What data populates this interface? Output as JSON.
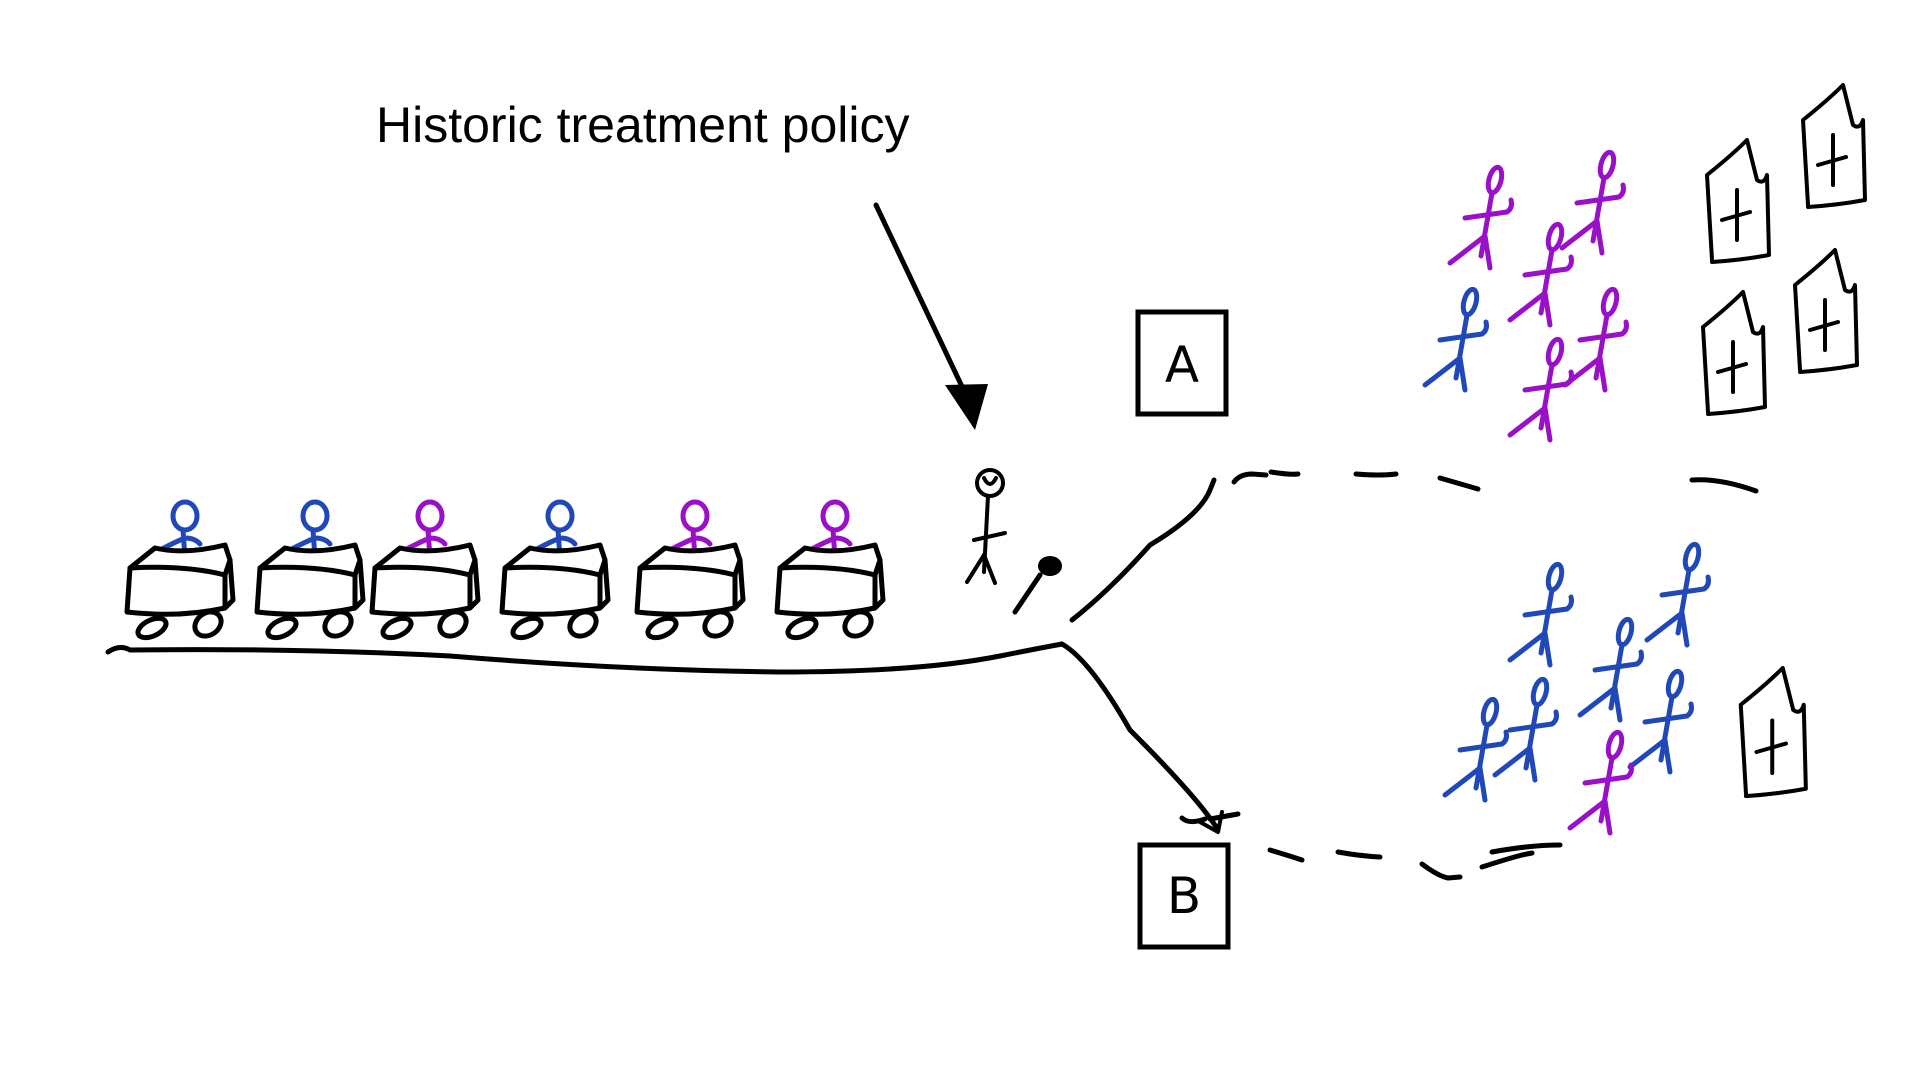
{
  "title": "Historic treatment policy",
  "colors": {
    "group_blue": "#2048b8",
    "group_purple": "#9a10c8",
    "ink": "#000000",
    "background": "#ffffff"
  },
  "queue": {
    "description": "Patients on stretchers/gurneys waiting in line",
    "patients": [
      {
        "group": "blue"
      },
      {
        "group": "blue"
      },
      {
        "group": "purple"
      },
      {
        "group": "blue"
      },
      {
        "group": "purple"
      },
      {
        "group": "purple"
      }
    ]
  },
  "decision_maker": {
    "icon": "stick-figure-with-paddle-icon"
  },
  "branches": [
    {
      "label": "A",
      "patients": [
        "purple",
        "purple",
        "purple",
        "blue",
        "purple",
        "purple"
      ],
      "hospitals": 4
    },
    {
      "label": "B",
      "patients": [
        "blue",
        "blue",
        "blue",
        "blue",
        "blue",
        "blue",
        "purple"
      ],
      "hospitals": 1
    }
  ]
}
